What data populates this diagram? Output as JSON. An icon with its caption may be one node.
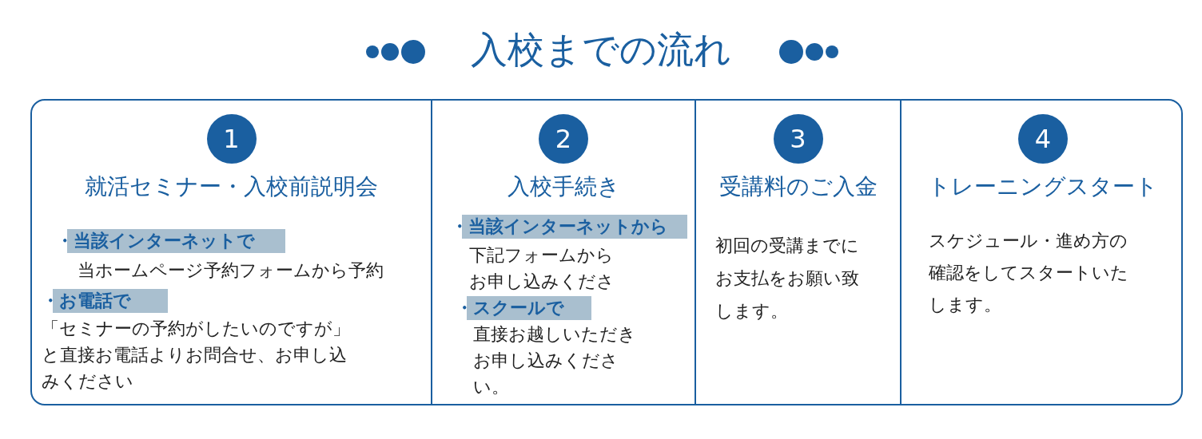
{
  "diagram": {
    "title": "入校までの流れ",
    "nodes": [
      {
        "text": [],
        "shape": "box"
      },
      {
        "text": [
          "就活セミナー・入校前説明会",
          "・当該インターネットで",
          "当ホームページ予約フォームから予約",
          "・お電話で",
          "「セミナーの予約がしたいのですが」と直接お電話よりお問合せ、お申し込みください"
        ],
        "in": 0
      },
      {
        "text": [
          "1"
        ],
        "in": 1
      },
      {
        "text": [
          "入校手続き",
          "・当該インターネットから",
          "下記フォームからお申し込みください",
          "・スクールで",
          "直接お越しいただきお申し込みください。"
        ],
        "in": 0
      },
      {
        "text": [
          "2"
        ],
        "in": 3
      },
      {
        "text": [
          "受講料のご入金",
          "初回の受講までにお支払をお願い致します。"
        ],
        "in": 0
      },
      {
        "text": [
          "3"
        ],
        "in": 5
      },
      {
        "text": [
          "トレーニングスタート",
          "スケジュール・進め方の確認をしてスタートいたします。"
        ],
        "in": 0
      },
      {
        "text": [
          "4"
        ],
        "in": 7
      }
    ],
    "edges": []
  }
}
